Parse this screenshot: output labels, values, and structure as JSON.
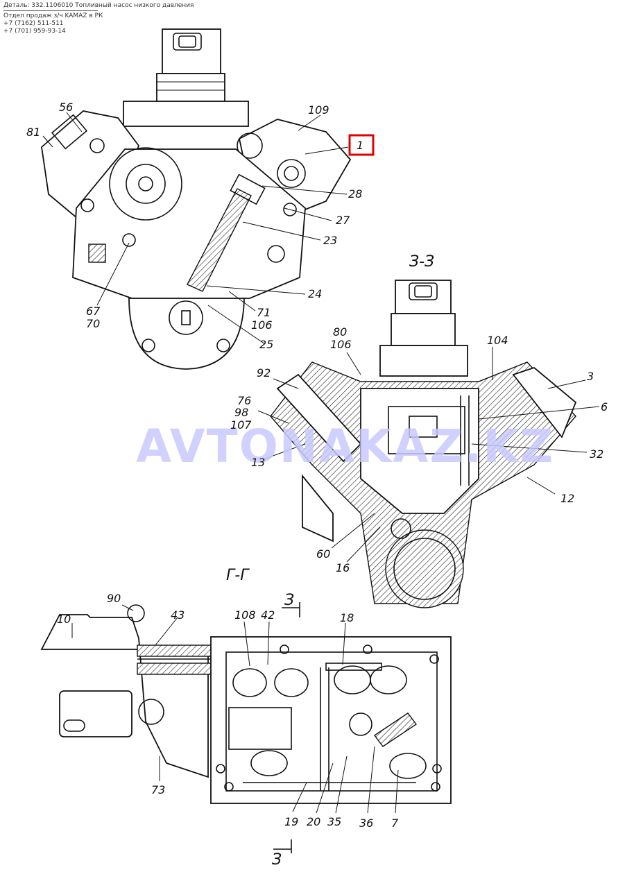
{
  "header": {
    "part_line": "Деталь: 332.1106010   Топливный насос низкого давления",
    "dealer_line": "Отдел продаж з/ч KAMAZ в РК",
    "phone_1": "+7 (7162) 511-511",
    "phone_2": "+7 (701) 959-93-14"
  },
  "watermark": "AVTONAKAZ.KZ",
  "sections": {
    "section_zz": "З-З",
    "section_gg": "Г-Г",
    "cut_mark_top": "З",
    "cut_mark_bottom": "З"
  },
  "highlight": {
    "label": "1",
    "color": "#e00000"
  },
  "callouts": {
    "c56": "56",
    "c81": "81",
    "c109": "109",
    "c1": "1",
    "c28": "28",
    "c27": "27",
    "c23": "23",
    "c24": "24",
    "c67": "67",
    "c70": "70",
    "c71": "71",
    "c106a": "106",
    "c25": "25",
    "c80": "80",
    "c106b": "106",
    "c104": "104",
    "c92": "92",
    "c3": "3",
    "c76": "76",
    "c98": "98",
    "c107": "107",
    "c6": "6",
    "c13": "13",
    "c32": "32",
    "c12": "12",
    "c60": "60",
    "c16": "16",
    "c90": "90",
    "c108": "108",
    "c42": "42",
    "c18": "18",
    "c10": "10",
    "c43": "43",
    "c73": "73",
    "c19": "19",
    "c20": "20",
    "c35": "35",
    "c36": "36",
    "c7": "7"
  },
  "colors": {
    "line": "#111111",
    "watermark": "#c9c9ff",
    "highlight": "#e00000"
  }
}
